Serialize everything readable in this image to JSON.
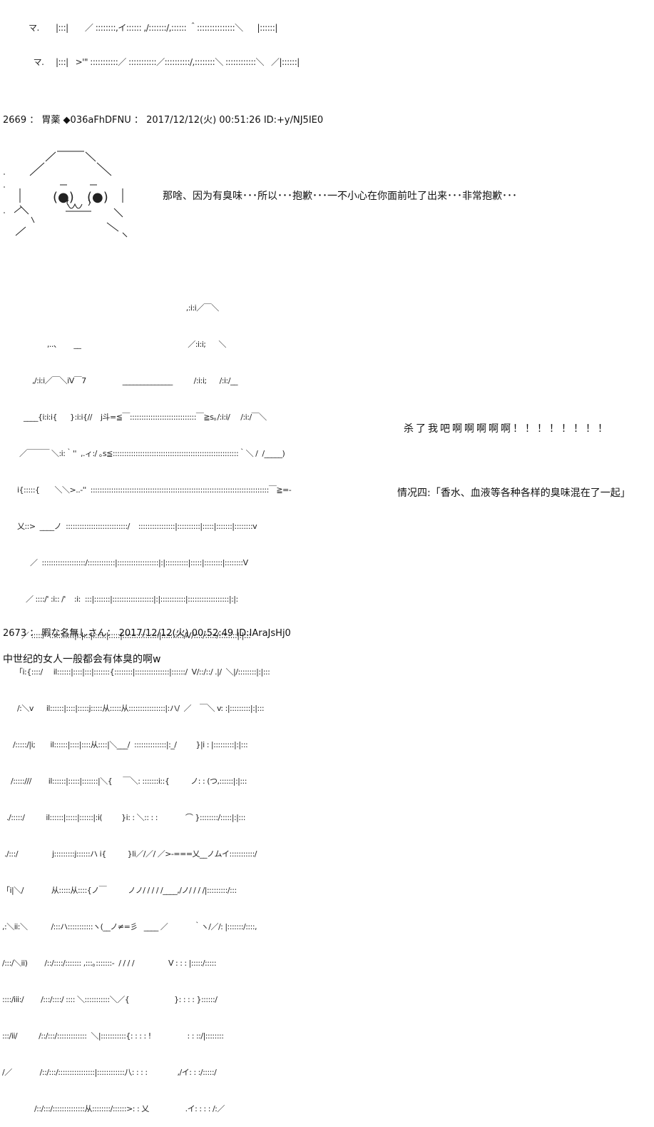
{
  "top_art": {
    "lines": [
      "   マ.       |:::|       ／ ::::::::,イ:::::: ,/:::::::/,:::::: ＾:::::::::::::::＼      |::::::|",
      "     マ.     |:::|   >'\" :::::::::::／ :::::::::::／::::::::::/,::::::::＼ ::::::::::::＼   ／|::::::|"
    ]
  },
  "post_2669": {
    "number": "2669",
    "separator": "：",
    "name": "胃薬",
    "trip": "◆036aFhDFNU",
    "date": "2017/12/12(火) 00:51:26",
    "id": "ID:+y/NJ5IE0"
  },
  "speech_1": "那啥、因为有臭味･･･所以･･･抱歉･･･一不小心在你面前吐了出来･･･非常抱歉･･･",
  "face_art": {
    "name": "yaruo-face"
  },
  "big_art": {
    "lines": [
      "                                                                                       ,:i:i／￣＼",
      "                      ,..、      __                                                  ／:i:i;      ＼",
      "               ,/:i:i／￣＼iV￣7                 ______________          /:i:i;      /:i:/__",
      "           ____{i:i:i{      }:i:i{//    j斗=≦￣:::::::::::::::::::::::::::::￣≧s｡/:i:i/     /:i:/￣＼",
      "         ／￣￣￣ ＼:i:｀''  ,.ィ:/ ｡s≦:::::::::::::::::::::::::::::::::::::::::::::::::::::::｀＼ /  /_____)",
      "        i{:::::{       ＼＼>..-''  ::::::::::::::::::::::::::::::::::::::::::::::::::::::::::::::::::::::::::::::￣≧=-",
      "        乂::>  ____ノ  :::::::::::::::::::::::::::/    ::::::::::::::::|::::::::::|:::::|:::::::|::::::::v",
      "              ／  :::::::::::::::::::/::::::::::::|::::::::::::::::::|:|::::::::::|:::::|::::::::|::::::::V",
      "            ／ ::::/' :i:: /'    :i:  :::|:::::::|::::::::::::::::::|:|:::::::::::|::::::::::::::::::|:|:",
      "          ／ :::::/  :::::::::::|::|:::|::::::|:::::|::::::::::::::::|::::::::::/V/::::/:::::/::::::::|:|:::",
      "       「i:{::::/     il::::::|::::|:::|:::::::{::::::::|:::::::::::::::|::::::/  V/::/::/ .|/  ＼|/::::::::|:|:::",
      "        /:＼v      il::::::|::::|:::::j:::::从:::::从::::::::::::::::|:ハ/  ／    ￣＼ v: :|:::::::::|:|:::",
      "      /:::::/|i;       il::::::|::::|::::从::::|＼___/  ::::::::::::::|:_/         }|i : |:::::::::|:|:::",
      "     /:::::///        il::::::|:::::|:::::::|＼{     ￣＼: :::::::i::{          ノ: : (つ,::::::|:|:::",
      "   ./:::::/          il::::::|:::::|::::::|:i(         }i: : ＼:: : :             ⌒ }::::::::/:::::|:|:::",
      "  ./:::/                j:::::::::j::::::ハ i{          }li／/／/ ／>-===乂__ノムイ:::::::::::/",
      " 「i|＼/             从:::::从::::{ノ￣          ノノ/ / / / /____,/ノ/ / / /|:::::::::/:::",
      " ,:＼ii:＼           /:::ハ:::::::::::ヽ(__ノ≠=彡   ____ ／            ｀ヽ/／/: |:::::::/::::,",
      " /:::/＼ii)        /::/::::/::::::: ,:::｡:::::::-  / / / /                V : : : |:::::/:::::",
      " ::::/iii:/        /:::/::::/ :::: ＼:::::::::::＼／{                     }: : : : }::::::/",
      " :::/ii/          /::/:::/:::::::::::::  ＼|:::::::::::{: : : : !                 : : ::/|::::::::",
      " /／             /::/:::/::::::::::::::::|::::::::::::八: : : :              ,/イ: : :/:::::/",
      "                /::/:::/::::::::::::::从::::::::/::::::>: : 乂                 .イ: : : : /:／"
    ]
  },
  "speech_2": "杀了我吧啊啊啊啊啊！！！！！！！！",
  "speech_3": "情况四:「香水、血液等各种各样的臭味混在了一起」",
  "post_2673": {
    "number": "2673",
    "separator": "：",
    "name": "暇な名無しさん",
    "date": "2017/12/12(火) 00:52:49",
    "id": "ID:IAraJsHj0"
  },
  "post_2673_body": "中世纪的女人一般都会有体臭的啊w"
}
